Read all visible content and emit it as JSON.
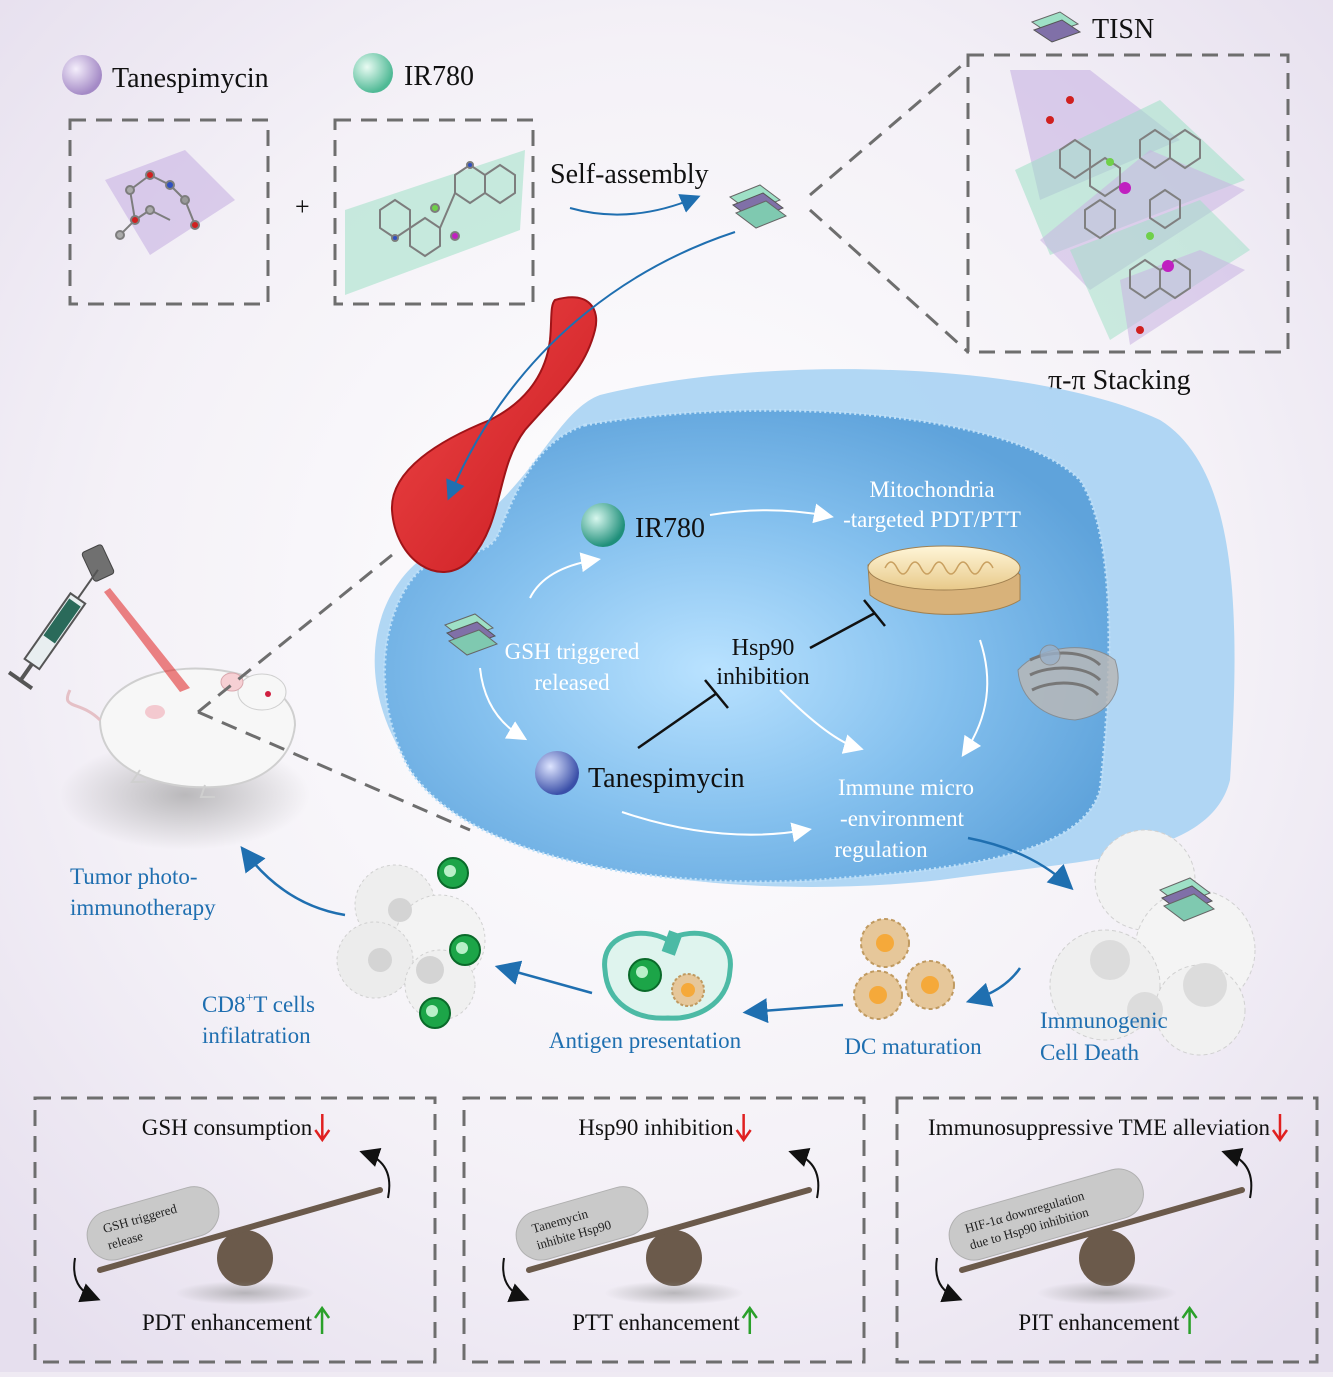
{
  "legend": {
    "tanespimycin": "Tanespimycin",
    "ir780": "IR780",
    "tisn": "TISN"
  },
  "top": {
    "plus": "+",
    "self_assembly": "Self-assembly",
    "stacking": "π-π Stacking"
  },
  "cell": {
    "ir780": "IR780",
    "tanespimycin": "Tanespimycin",
    "mito_line1": "Mitochondria",
    "mito_line2": "-targeted PDT/PTT",
    "gsh_line1": "GSH triggered",
    "gsh_line2": "released",
    "hsp_line1": "Hsp90",
    "hsp_line2": "inhibition",
    "immune_line1": "Immune micro",
    "immune_line2": "-environment",
    "immune_line3": "regulation"
  },
  "cycle": {
    "tumor_line1": "Tumor photo-",
    "tumor_line2": "immunotherapy",
    "cd8_pre": "CD8",
    "cd8_sup": "+",
    "cd8_post": "T cells",
    "cd8_line2": "infilatration",
    "antigen": "Antigen presentation",
    "dc": "DC maturation",
    "icd_line1": "Immunogenic",
    "icd_line2": "Cell Death"
  },
  "panels": [
    {
      "top": "GSH consumption",
      "bar_line1": "GSH triggered",
      "bar_line2": "release",
      "bottom": "PDT enhancement"
    },
    {
      "top": "Hsp90 inhibition",
      "bar_line1": "Tanemycin",
      "bar_line2": "inhibite Hsp90",
      "bottom": "PTT enhancement"
    },
    {
      "top": "Immunosuppressive TME alleviation",
      "bar_line1": "HIF-1α downregulation",
      "bar_line2": "due to Hsp90 inhibition",
      "bottom": "PIT enhancement"
    }
  ],
  "colors": {
    "accent_blue": "#1f6fb0",
    "down_arrow": "#e02020",
    "up_arrow": "#2aa02a",
    "cell_blue": "#7cb8e8",
    "vessel_red": "#e0232a",
    "tanespimycin_sphere": "#c9b6e0",
    "ir780_sphere": "#8fd8bd"
  }
}
